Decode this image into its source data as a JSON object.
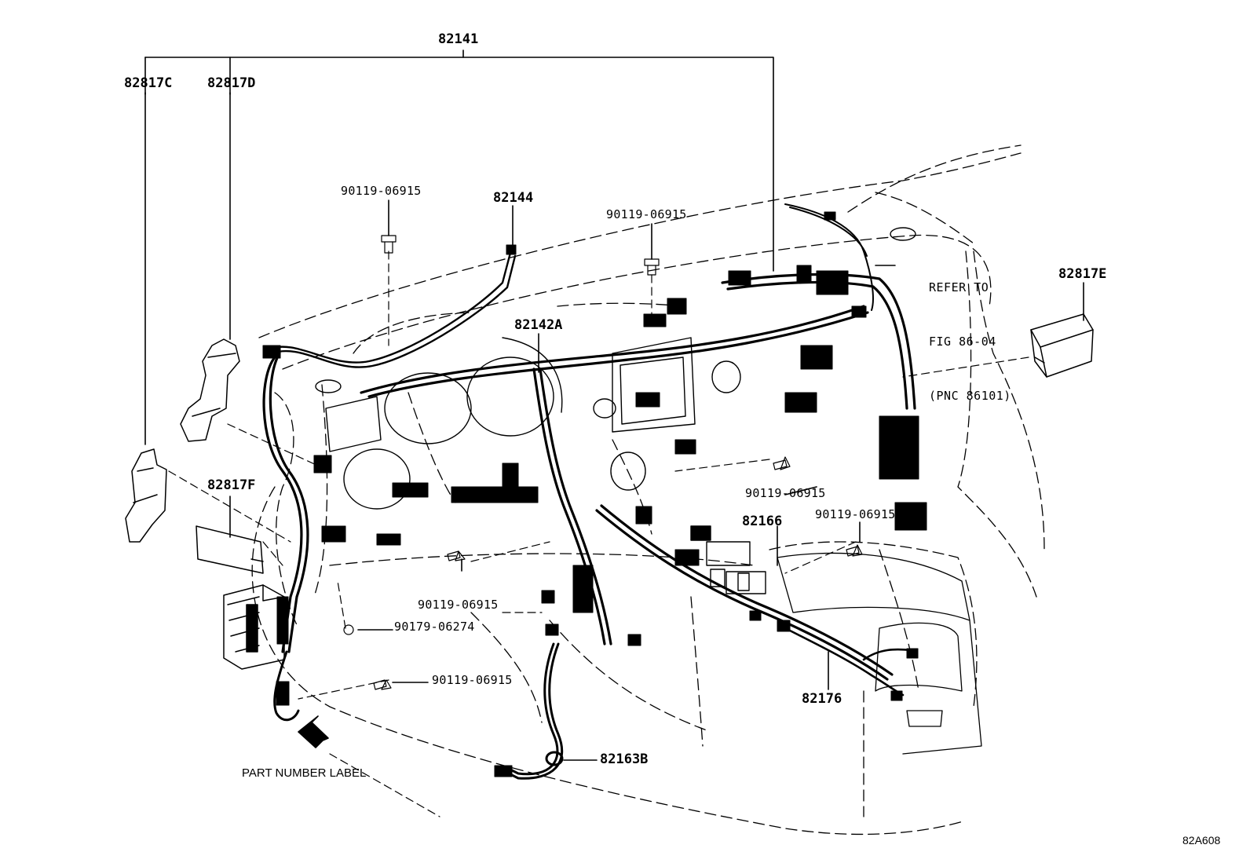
{
  "labels": {
    "p82141": "82141",
    "p82817C": "82817C",
    "p82817D": "82817D",
    "p82817E": "82817E",
    "p82817F": "82817F",
    "p82144": "82144",
    "p82142A": "82142A",
    "p82166": "82166",
    "p82176": "82176",
    "p82163B": "82163B",
    "bolt_a": "90119-06915",
    "bolt_b": "90119-06915",
    "bolt_c": "90119-06915",
    "bolt_d": "90119-06915",
    "bolt_e": "90119-06915",
    "bolt_f": "90119-06915",
    "clip": "90179-06274",
    "part_number_label": "PART NUMBER LABEL",
    "figure_id": "82A608"
  },
  "reference": {
    "line1": "REFER TO",
    "line2": "FIG 86-04",
    "line3": "(PNC 86101)"
  }
}
